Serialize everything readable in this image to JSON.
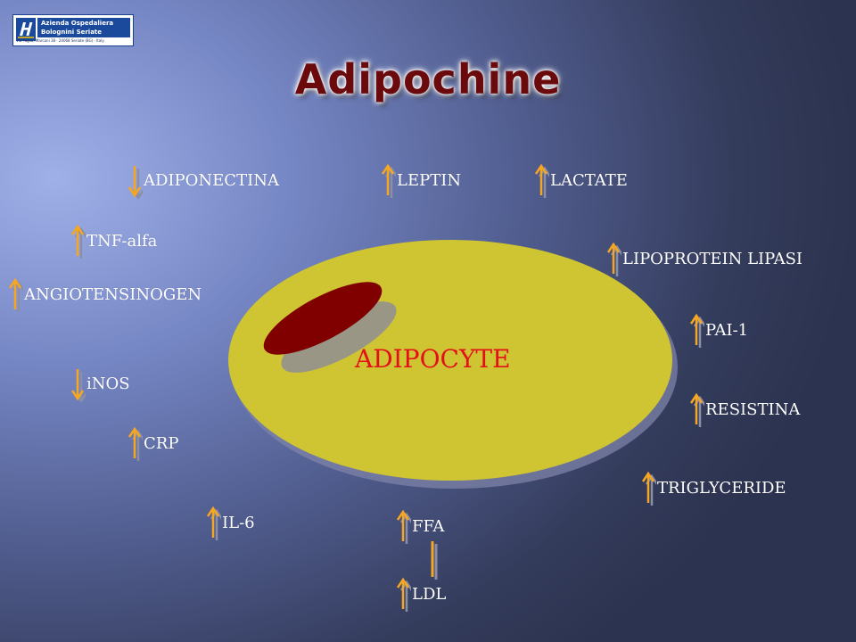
{
  "logo": {
    "line1": "Azienda Ospedaliera",
    "line2": "Bolognini Seriate",
    "address": "Via Paglia, Marconi 38 · 24068 Seriate (BG) · Italy"
  },
  "title": "Adipochine",
  "cell": {
    "label": "ADIPOCYTE",
    "body_color": "#cfc432",
    "nucleus_color": "#800000",
    "label_color": "#e3101a"
  },
  "arrow_color": "#f5a623",
  "items": [
    {
      "id": "adiponectina",
      "label": "ADIPONECTINA",
      "direction": "down"
    },
    {
      "id": "leptin",
      "label": "LEPTIN",
      "direction": "up"
    },
    {
      "id": "lactate",
      "label": "LACTATE",
      "direction": "up"
    },
    {
      "id": "tnf-alfa",
      "label": "TNF-alfa",
      "direction": "up"
    },
    {
      "id": "lipoprotein-lipasi",
      "label": "LIPOPROTEIN LIPASI",
      "direction": "up"
    },
    {
      "id": "angiotensinogen",
      "label": "ANGIOTENSINOGEN",
      "direction": "up"
    },
    {
      "id": "pai-1",
      "label": "PAI-1",
      "direction": "up"
    },
    {
      "id": "inos",
      "label": "iNOS",
      "direction": "down"
    },
    {
      "id": "resistina",
      "label": "RESISTINA",
      "direction": "up"
    },
    {
      "id": "crp",
      "label": "CRP",
      "direction": "up"
    },
    {
      "id": "triglyceride",
      "label": "TRIGLYCERIDE",
      "direction": "up"
    },
    {
      "id": "il-6",
      "label": "IL-6",
      "direction": "up"
    },
    {
      "id": "ffa",
      "label": "FFA",
      "direction": "up"
    },
    {
      "id": "ldl",
      "label": "LDL",
      "direction": "up"
    }
  ]
}
